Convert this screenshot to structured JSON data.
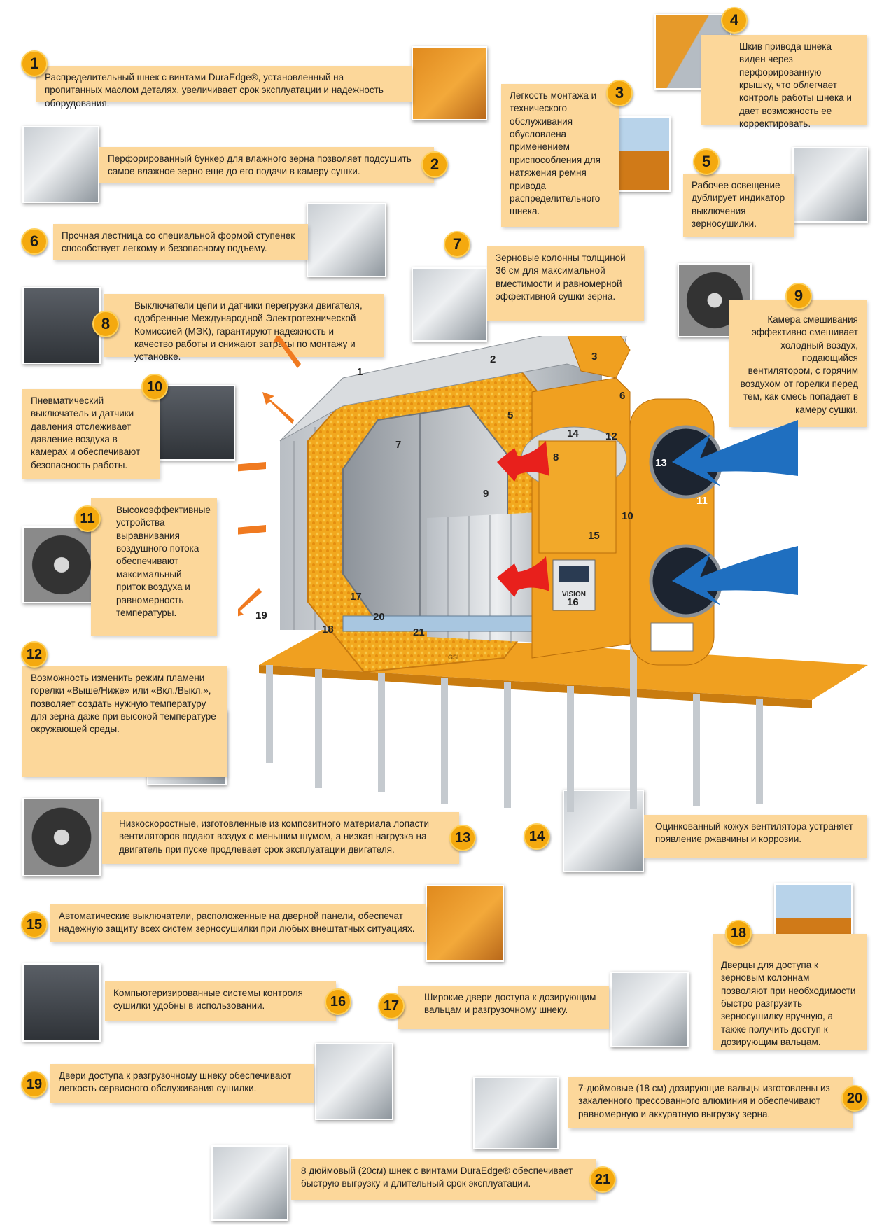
{
  "items": [
    {
      "num": "1",
      "text": "Распределительный шнек с винтами DuraEdge®, установленный на пропитанных маслом деталях, увеличивает срок эксплуатации и надежность оборудования."
    },
    {
      "num": "2",
      "text": "Перфорированный бункер для влажного зерна позволяет подсушить самое влажное зерно еще до его подачи в камеру сушки."
    },
    {
      "num": "3",
      "text": "Легкость монтажа и технического обслуживания обусловлена применением приспособления для натяжения ремня привода распределительного шнека."
    },
    {
      "num": "4",
      "text": "Шкив привода шнека виден через перфорированную крышку, что облегчает контроль работы шнека и дает возможность ее корректировать."
    },
    {
      "num": "5",
      "text": "Рабочее освещение дублирует индикатор выключения зерносушилки."
    },
    {
      "num": "6",
      "text": "Прочная лестница со специальной формой ступенек способствует легкому и безопасному подъему."
    },
    {
      "num": "7",
      "text": "Зерновые колонны толщиной 36 см для максимальной вместимости и равномерной эффективной сушки зерна."
    },
    {
      "num": "8",
      "text": "Выключатели цепи и датчики перегрузки двигателя, одобренные Международной Электротехнической Комиссией (МЭК), гарантируют надежность и качество работы и снижают затраты по монтажу и установке."
    },
    {
      "num": "9",
      "text": "Камера смешивания эффективно смешивает холодный воздух, подающийся вентилятором, с горячим воздухом от горелки перед тем, как смесь попадает в камеру сушки."
    },
    {
      "num": "10",
      "text": "Пневматический выключатель и датчики давления отслеживает давление воздуха в камерах и обеспечивают безопасность работы."
    },
    {
      "num": "11",
      "text": "Высокоэффективные устройства выравнивания воздушного потока обеспечивают максимальный приток воздуха и равномерность температуры."
    },
    {
      "num": "12",
      "text": "Возможность изменить режим пламени горелки «Выше/Ниже» или «Вкл./Выкл.», позволяет создать нужную температуру для зерна даже при высокой температуре окружающей среды."
    },
    {
      "num": "13",
      "text": "Низкоскоростные, изготовленные из композитного материала лопасти вентиляторов подают воздух с меньшим шумом, а низкая нагрузка на двигатель при пуске продлевает срок эксплуатации двигателя."
    },
    {
      "num": "14",
      "text": "Оцинкованный кожух вентилятора устраняет появление ржавчины и коррозии."
    },
    {
      "num": "15",
      "text": "Автоматические выключатели, расположенные на дверной панели, обеспечат надежную защиту всех систем зерносушилки при любых внештатных ситуациях."
    },
    {
      "num": "16",
      "text": "Компьютеризированные системы контроля сушилки удобны в использовании."
    },
    {
      "num": "17",
      "text": "Широкие двери доступа к дозирующим вальцам и разгрузочному шнеку."
    },
    {
      "num": "18",
      "text": "Дверцы для доступа к зерновым колоннам позволяют при необходимости быстро разгрузить зерносушилку вручную, а также получить доступ к дозирующим вальцам."
    },
    {
      "num": "19",
      "text": "Двери доступа к разгрузочному шнеку обеспечивают легкость сервисного обслуживания сушилки."
    },
    {
      "num": "20",
      "text": "7-дюймовые (18 см) дозирующие вальцы изготовлены из закаленного прессованного алюминия и обеспечивают равномерную и аккуратную выгрузку зерна."
    },
    {
      "num": "21",
      "text": "8 дюймовый (20см) шнек с винтами DuraEdge® обеспечивает быструю выгрузку и длительный срок эксплуатации."
    }
  ],
  "diagram": {
    "callouts": [
      "1",
      "2",
      "3",
      "4",
      "5",
      "6",
      "7",
      "8",
      "9",
      "10",
      "11",
      "12",
      "13",
      "14",
      "15",
      "16",
      "17",
      "18",
      "19",
      "20",
      "21"
    ],
    "panel_label": "VISION",
    "brand_mark": "GSI"
  },
  "colors": {
    "card": "#fcd79a",
    "badge": "#f4a90f",
    "dryer_orange": "#f0a020",
    "cold_air": "#1f6fc0",
    "hot_air": "#e8201c",
    "exhaust": "#f07a20"
  }
}
